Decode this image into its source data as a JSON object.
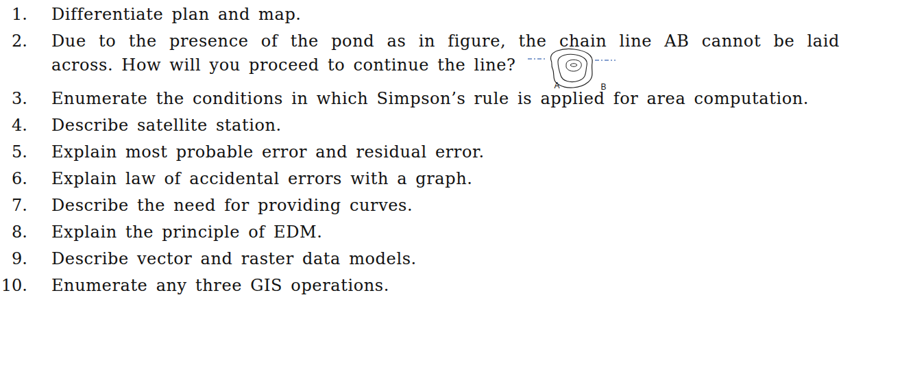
{
  "diagram": {
    "labels": [
      "1.",
      "Differentiate plan and map.",
      "2.",
      "Due to the presence of the pond as in figure, the chain line AB cannot be laid across. How will you proceed to continue the line?",
      "A",
      "B",
      "3.",
      "Enumerate the conditions in which Simpson’s rule is applied for area computation.",
      "4.",
      "Describe satellite station.",
      "5.",
      "Explain most probable error and residual error.",
      "6.",
      "Explain law of accidental errors with a graph.",
      "7.",
      "Describe the need for providing curves.",
      "8.",
      "Explain the principle of EDM.",
      "9.",
      "Describe vector and raster data models.",
      "10.",
      "Enumerate any three GIS operations."
    ]
  }
}
